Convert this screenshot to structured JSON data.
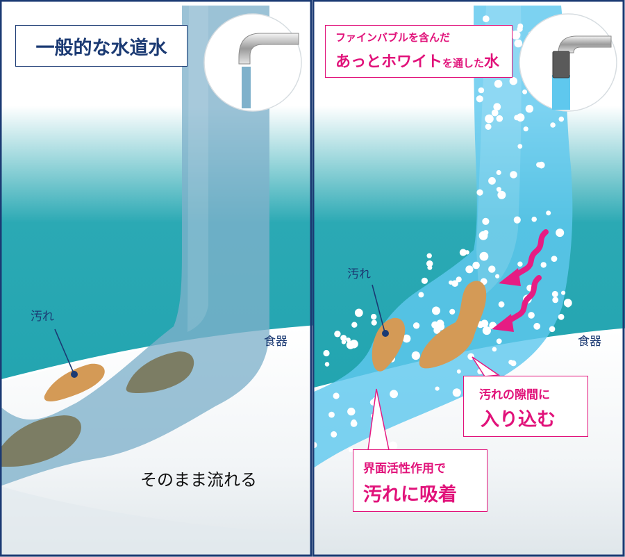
{
  "left_panel": {
    "title": "一般的な水道水",
    "stain_label": "汚れ",
    "dish_label": "食器",
    "flow_label": "そのまま流れる"
  },
  "right_panel": {
    "title_line1": "ファインバブルを含んだ",
    "title_line2": "あっとホワイト",
    "title_line2_tail": "を通した",
    "title_line2_end": "水",
    "stain_label": "汚れ",
    "dish_label": "食器",
    "callout_gap": {
      "line1": "汚れの隙間に",
      "line2": "入り込む"
    },
    "callout_adsorb": {
      "line1": "界面活性作用で",
      "line2": "汚れに吸着"
    }
  },
  "colors": {
    "frame": "#1b3a73",
    "accent_pink": "#e1127a",
    "plain_water": "#8fbbd3",
    "bubble_water": "#5fc8ee",
    "stain": "#d49a56",
    "teal_background": "#1aa6b2"
  }
}
